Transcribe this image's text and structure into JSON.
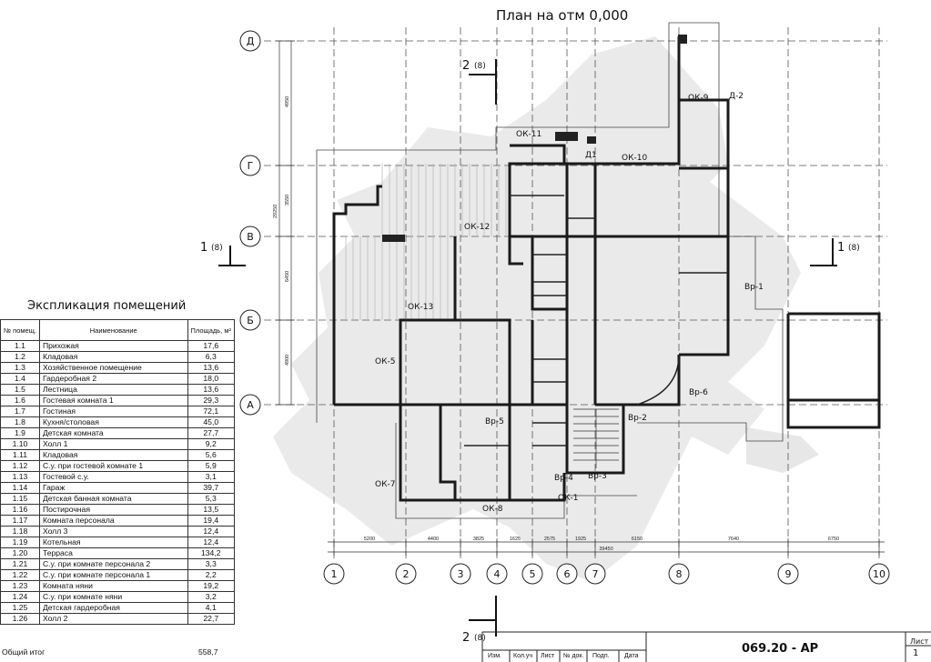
{
  "title": "План на отм 0,000",
  "sheet": {
    "code": "069.20 - АР",
    "label": "Лист",
    "number": "1",
    "stamp_headers": [
      "Изм.",
      "Кол.уч",
      "Лист",
      "№ док.",
      "Подп.",
      "Дата"
    ]
  },
  "axes": {
    "letters": [
      "Д",
      "Г",
      "В",
      "Б",
      "А"
    ],
    "numbers": [
      "1",
      "2",
      "3",
      "4",
      "5",
      "6",
      "7",
      "8",
      "9",
      "10"
    ],
    "left_dims": [
      "4950",
      "3550",
      "6450",
      "4900",
      "29250"
    ],
    "bottom_dims": [
      "5200",
      "4400",
      "3825",
      "1625",
      "2575",
      "1925",
      "6150",
      "7640",
      "6750"
    ],
    "bottom_total": "39450"
  },
  "sections": {
    "s1": "1",
    "s2": "2",
    "ref": "(8)"
  },
  "openings": [
    "ОК-11",
    "Д1",
    "ОК-10",
    "ОК-9",
    "Д-2",
    "ОК-12",
    "ОК-13",
    "ОК-5",
    "Вр-1",
    "Вр-6",
    "Вр-5",
    "Вр-2",
    "Вр-4",
    "Вр-3",
    "ОК-7",
    "ОК-1",
    "ОК-8"
  ],
  "explication": {
    "title": "Экспликация помещений",
    "headers": [
      "№ помещ.",
      "Наименование",
      "Площадь, м²"
    ],
    "rows": [
      [
        "1.1",
        "Прихожая",
        "17,6"
      ],
      [
        "1.2",
        "Кладовая",
        "6,3"
      ],
      [
        "1.3",
        "Хозяйственное помещение",
        "13,6"
      ],
      [
        "1.4",
        "Гардеробная 2",
        "18,0"
      ],
      [
        "1.5",
        "Лестница",
        "13,6"
      ],
      [
        "1.6",
        "Гостевая комната 1",
        "29,3"
      ],
      [
        "1.7",
        "Гостиная",
        "72,1"
      ],
      [
        "1.8",
        "Кухня/столовая",
        "45,0"
      ],
      [
        "1.9",
        "Детская комната",
        "27,7"
      ],
      [
        "1.10",
        "Холл 1",
        "9,2"
      ],
      [
        "1.11",
        "Кладовая",
        "5,6"
      ],
      [
        "1.12",
        "С.у. при гостевой комнате 1",
        "5,9"
      ],
      [
        "1.13",
        "Гостевой с.у.",
        "3,1"
      ],
      [
        "1.14",
        "Гараж",
        "39,7"
      ],
      [
        "1.15",
        "Детская банная комната",
        "5,3"
      ],
      [
        "1.16",
        "Постирочная",
        "13,5"
      ],
      [
        "1.17",
        "Комната персонала",
        "19,4"
      ],
      [
        "1.18",
        "Холл 3",
        "12,4"
      ],
      [
        "1.19",
        "Котельная",
        "12,4"
      ],
      [
        "1.20",
        "Терраса",
        "134,2"
      ],
      [
        "1.21",
        "С.у. при комнате персонала 2",
        "3,3"
      ],
      [
        "1.22",
        "С.у. при комнате персонала 1",
        "2,2"
      ],
      [
        "1.23",
        "Комната няни",
        "19,2"
      ],
      [
        "1.24",
        "С.у. при комнате няни",
        "3,2"
      ],
      [
        "1.25",
        "Детская гардеробная",
        "4,1"
      ],
      [
        "1.26",
        "Холл 2",
        "22,7"
      ]
    ],
    "total_label": "Общий итог",
    "total_value": "558,7"
  },
  "colors": {
    "wall": "#222222",
    "grid": "#555555",
    "watermark": "#c8c8c8",
    "hatch": "#bdbdbd"
  }
}
